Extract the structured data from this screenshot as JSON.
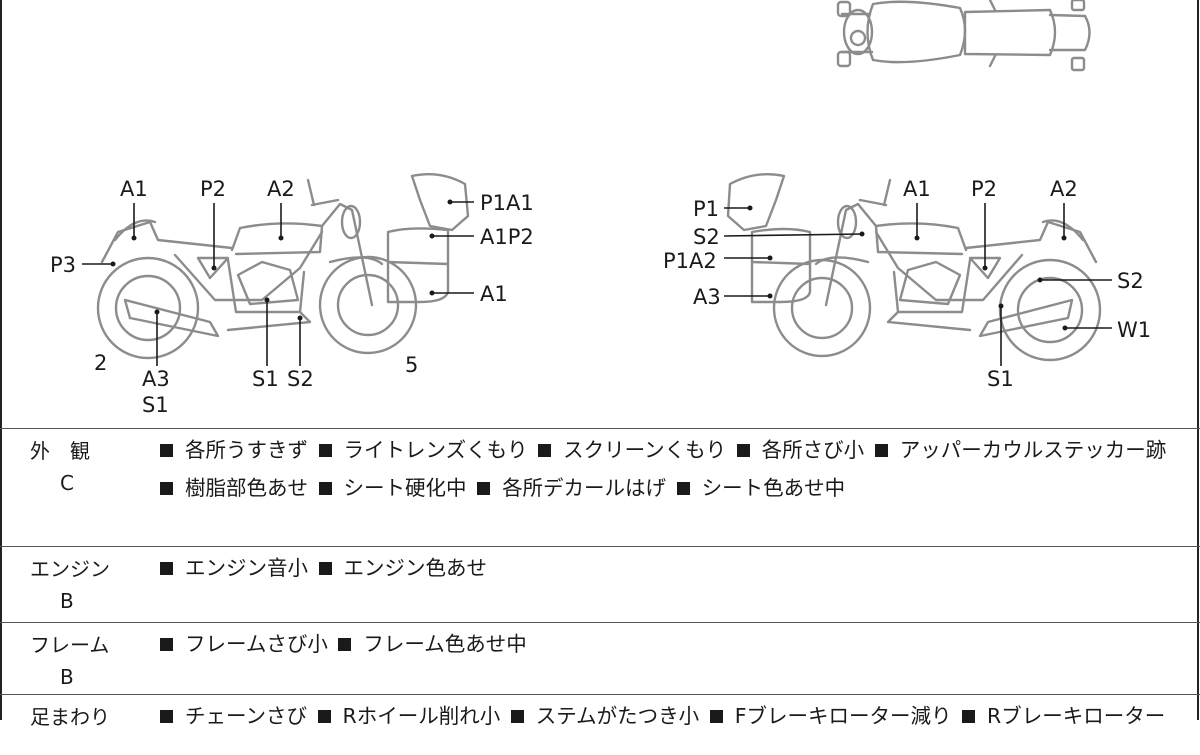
{
  "diagram": {
    "left_bike": {
      "labels": {
        "a1": "A1",
        "p2": "P2",
        "a2": "A2",
        "p3": "P3",
        "p1a1": "P1A1",
        "a1p2": "A1P2",
        "a1_box": "A1",
        "n2": "2",
        "a3": "A3",
        "s1_under": "S1",
        "s1": "S1",
        "s2": "S2",
        "n5": "5"
      }
    },
    "right_bike": {
      "labels": {
        "p1": "P1",
        "s2_screen": "S2",
        "p1a2": "P1A2",
        "a3": "A3",
        "a1": "A1",
        "p2": "P2",
        "a2": "A2",
        "s2": "S2",
        "w1": "W1",
        "s1": "S1"
      }
    }
  },
  "conditions": [
    {
      "category": "外　観",
      "grade": "C",
      "items": [
        "各所うすきず",
        "ライトレンズくもり",
        "スクリーンくもり",
        "各所さび小",
        "アッパーカウルステッカー跡",
        "樹脂部色あせ",
        "シート硬化中",
        "各所デカールはげ",
        "シート色あせ中"
      ]
    },
    {
      "category": "エンジン",
      "grade": "B",
      "items": [
        "エンジン音小",
        "エンジン色あせ"
      ]
    },
    {
      "category": "フレーム",
      "grade": "B",
      "items": [
        "フレームさび小",
        "フレーム色あせ中"
      ]
    },
    {
      "category": "足まわり",
      "grade": "",
      "items": [
        "チェーンさび",
        "Rホイール削れ小",
        "ステムがたつき小",
        "Fブレーキローター減り",
        "Rブレーキローター"
      ]
    }
  ]
}
